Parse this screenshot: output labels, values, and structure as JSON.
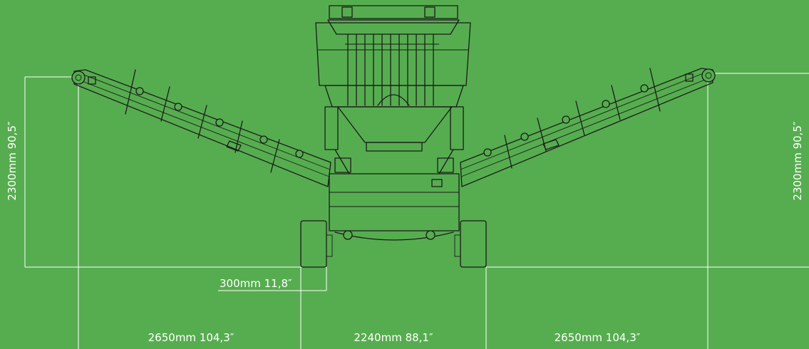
{
  "colors": {
    "background": "#56ad4f",
    "dimension_lines": "#ffffff",
    "machine_outline": "#1b1b1b"
  },
  "dimensions": {
    "left_height": "2300mm 90,5″",
    "right_height": "2300mm 90,5″",
    "track_offset": "300mm 11,8″",
    "left_span": "2650mm 104,3″",
    "center_span": "2240mm 88,1″",
    "right_span": "2650mm 104,3″"
  }
}
